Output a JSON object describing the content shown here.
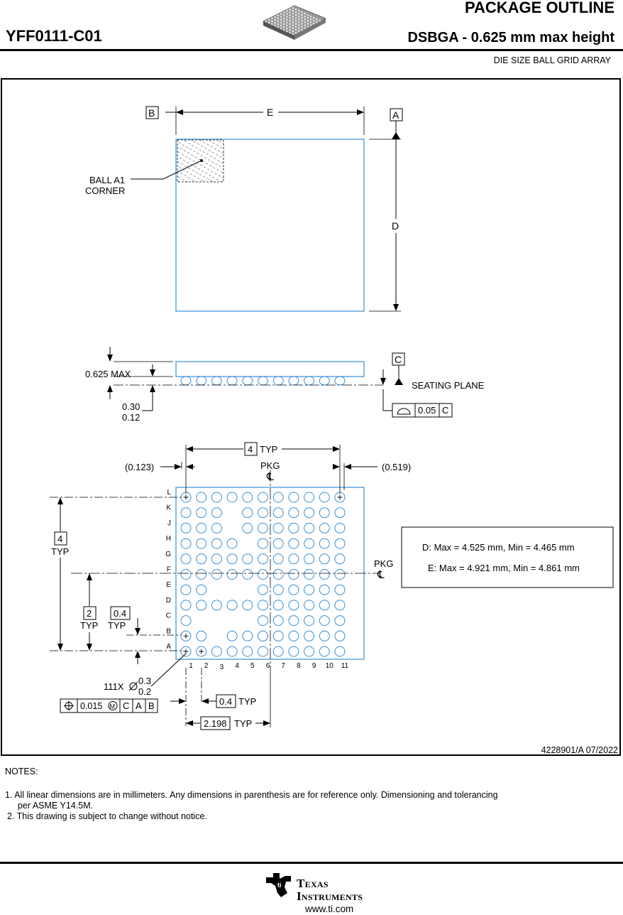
{
  "header": {
    "part_number": "YFF0111-C01",
    "doc_type": "PACKAGE OUTLINE",
    "package": "DSBGA - 0.625 mm max height",
    "package_desc": "DIE SIZE BALL GRID ARRAY"
  },
  "drawing": {
    "datum_a": "A",
    "datum_b": "B",
    "datum_c": "C",
    "dim_e": "E",
    "dim_d": "D",
    "ball_a1_line1": "BALL A1",
    "ball_a1_line2": "CORNER",
    "max_height": "0.625 MAX",
    "standoff_max": "0.30",
    "standoff_min": "0.12",
    "seating_plane": "SEATING PLANE",
    "flatness_value": "0.05",
    "flatness_datum": "C",
    "pitch_box": "4",
    "typ": "TYP",
    "pkg": "PKG",
    "left_offset": "(0.123)",
    "right_offset": "(0.519)",
    "row_span_box": "4",
    "half_span_box": "2",
    "pitch_y_box": "0.4",
    "ball_count": "111X",
    "ball_dia_max": "0.3",
    "ball_dia_min": "0.2",
    "pos_tol_value": "0.015",
    "pos_tol_datums": [
      "C",
      "A",
      "B"
    ],
    "pitch_x_box": "0.4",
    "half_width_box": "2.198",
    "row_labels": [
      "L",
      "K",
      "J",
      "H",
      "G",
      "F",
      "E",
      "D",
      "C",
      "B",
      "A"
    ],
    "col_labels": [
      "1",
      "2",
      "3",
      "4",
      "5",
      "6",
      "7",
      "8",
      "9",
      "10",
      "11"
    ],
    "ball_rows": [
      "11111111111",
      "11101111111",
      "11101111111",
      "11110111111",
      "11111111111",
      "11111111111",
      "11000111111",
      "11111111111",
      "10000111111",
      "11011111111",
      "11111111111"
    ],
    "dims_note_d": "D: Max = 4.525 mm, Min = 4.465 mm",
    "dims_note_e": "E: Max = 4.921 mm, Min = 4.861 mm",
    "drawing_id": "4228901/A   07/2022"
  },
  "notes": {
    "title": "NOTES:",
    "note1_line1": "1. All linear dimensions are in millimeters. Any dimensions in parenthesis are for reference only. Dimensioning and tolerancing",
    "note1_line2": "per ASME Y14.5M.",
    "note2": "2. This drawing is subject to change without notice."
  },
  "footer": {
    "brand_line1": "Texas",
    "brand_line2": "Instruments",
    "url": "www.ti.com"
  },
  "colors": {
    "outline_blue": "#3a8fd8",
    "line": "#000000"
  }
}
